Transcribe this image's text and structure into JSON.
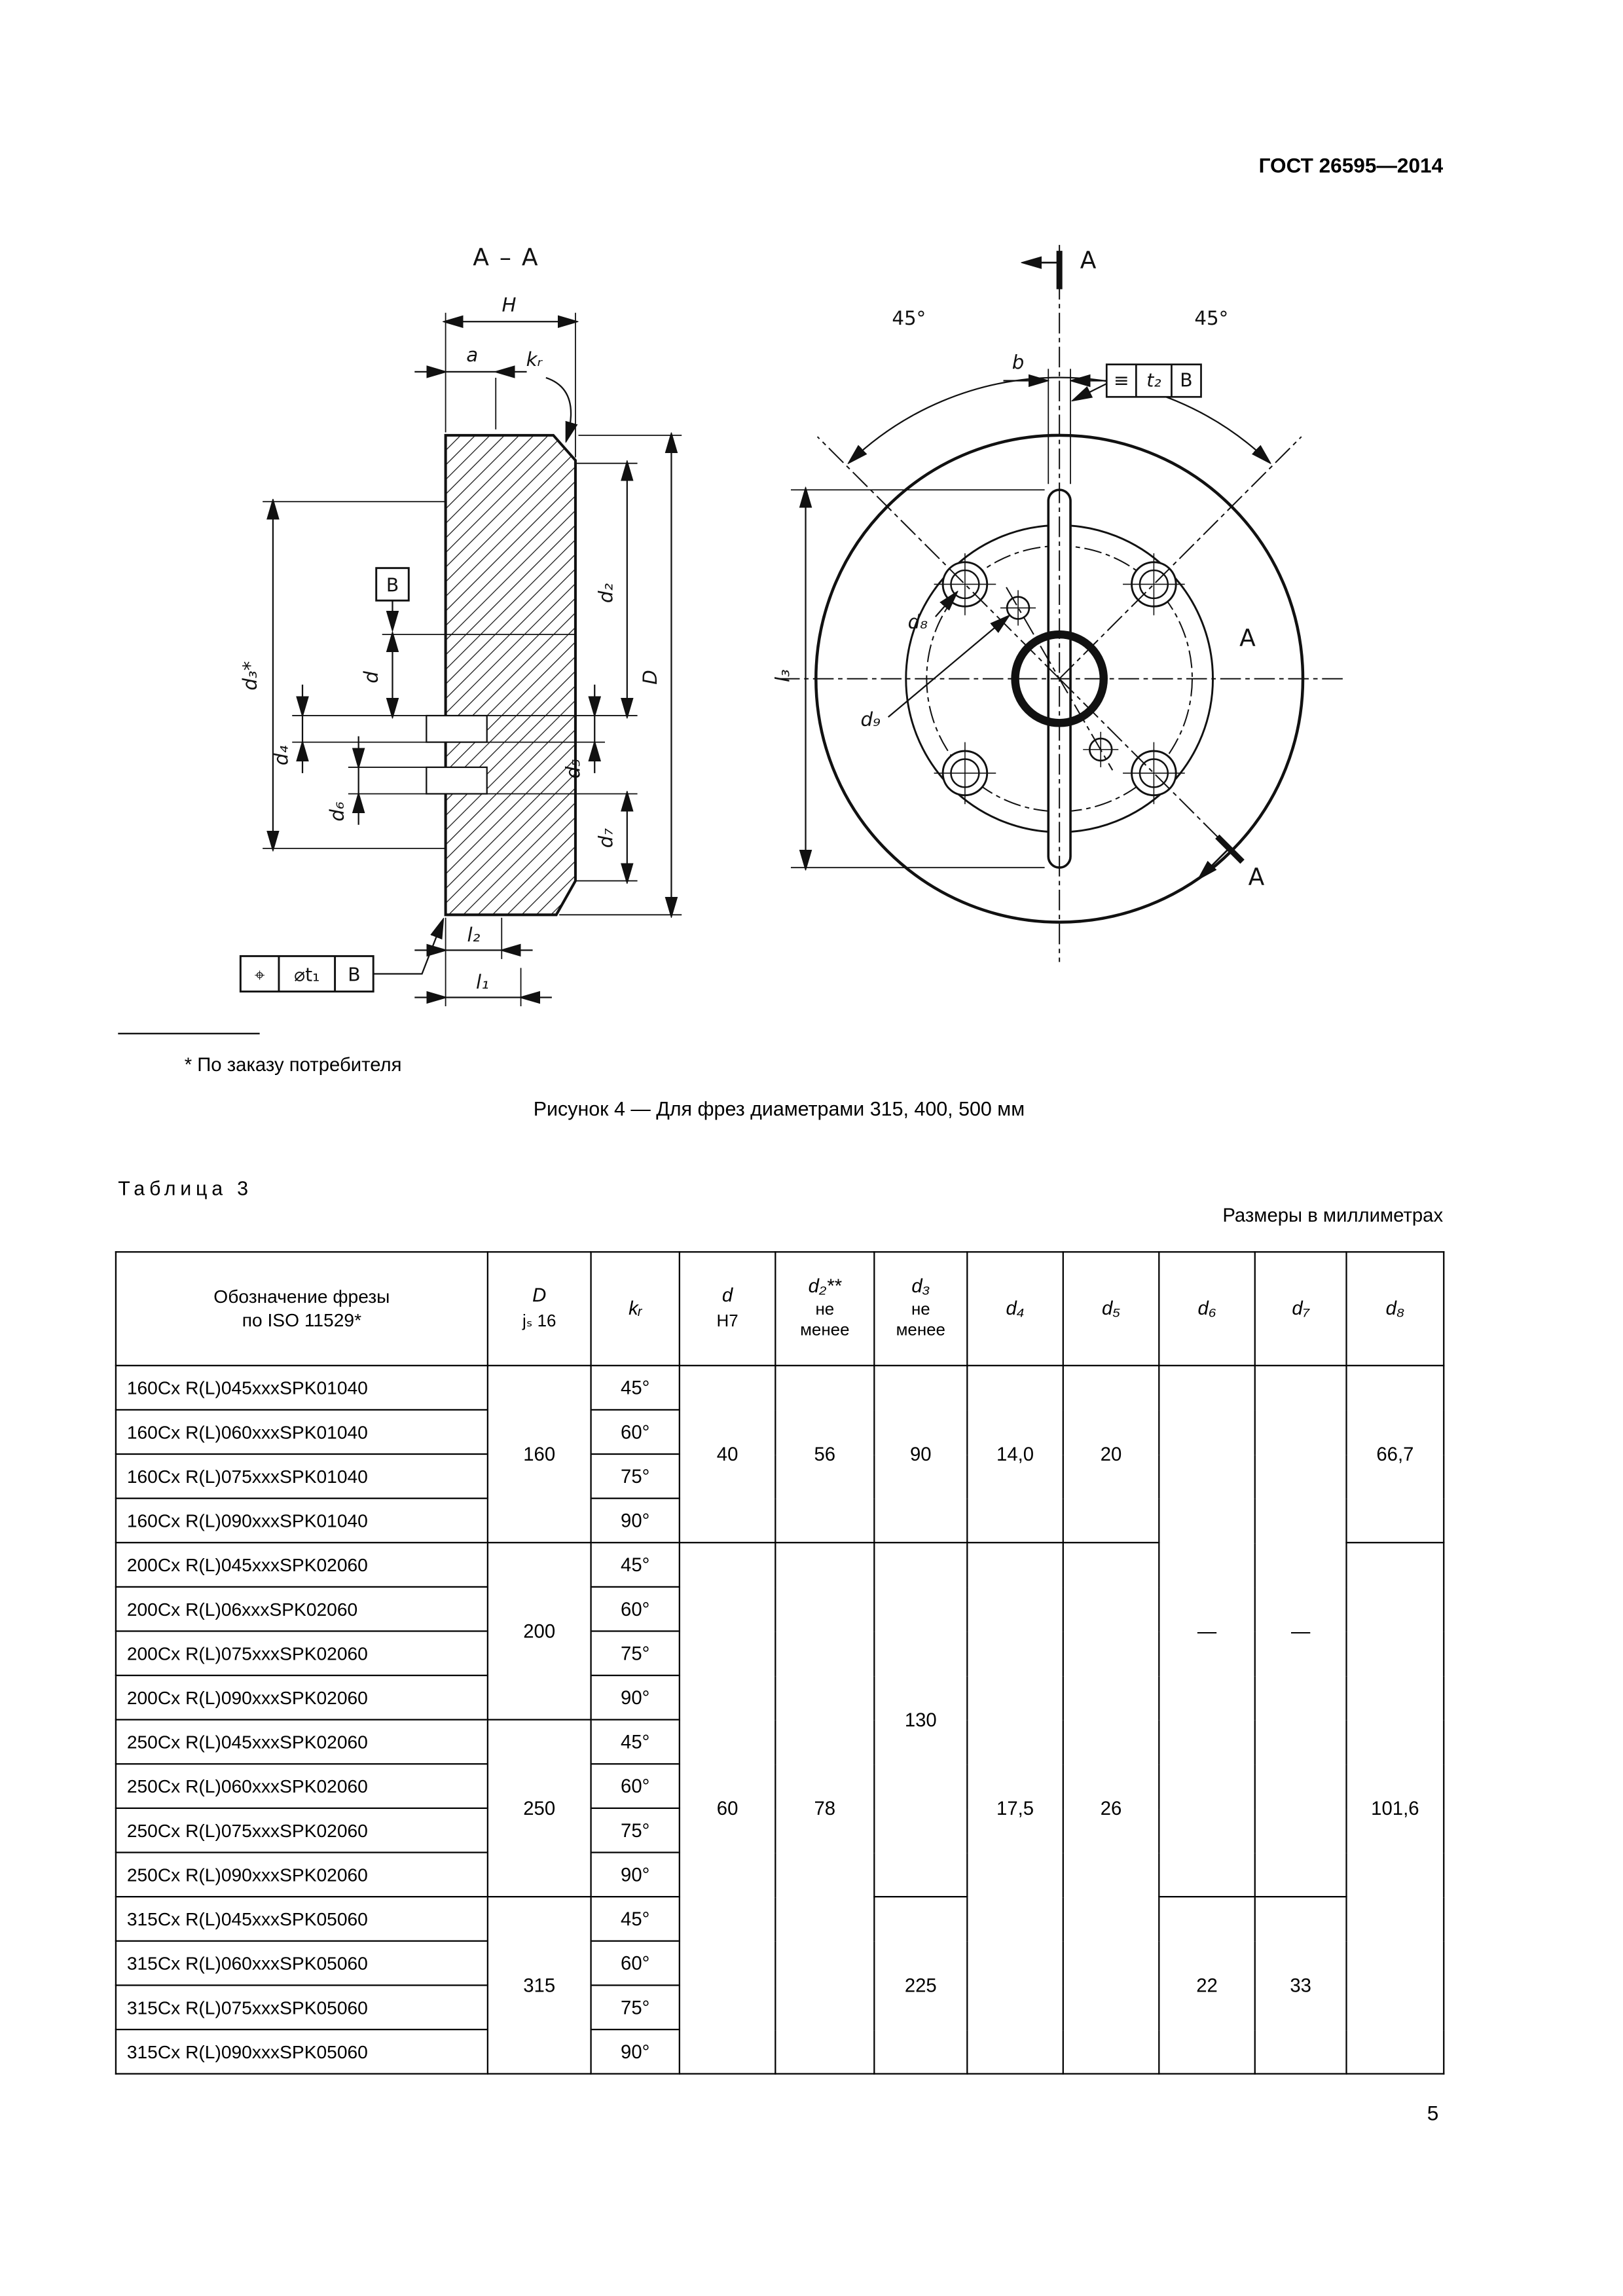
{
  "page": {
    "header": "ГОСТ 26595—2014",
    "footnote": "* По заказу потребителя",
    "figure_caption": "Рисунок 4 — Для фрез диаметрами 315, 400, 500 мм",
    "table_label": "Таблица 3",
    "units_note": "Размеры в миллиметрах",
    "page_number": "5"
  },
  "figure": {
    "section_title": "A – A",
    "left": {
      "H": "H",
      "a": "a",
      "kr": "kᵣ",
      "d3": "d₃*",
      "d4": "d₄",
      "d6": "d₆",
      "d": "d",
      "datumB": "B",
      "d5": "d₅",
      "d2": "d₂",
      "d7": "d₇",
      "D": "D",
      "l2": "l₂",
      "l1": "l₁",
      "fcf_sym": "⌖",
      "fcf_tol": "⌀t₁",
      "fcf_datum": "B"
    },
    "right": {
      "angle_left": "45°",
      "angle_right": "45°",
      "b": "b",
      "fcf_sym": "≡",
      "fcf_tol": "t₂",
      "fcf_datum": "B",
      "d8": "d₈",
      "d9": "d₉",
      "l3": "l₃",
      "A_top": "A",
      "A_bottom": "A",
      "A_side": "A"
    }
  },
  "table": {
    "headers": {
      "designation": {
        "l1": "Обозначение фрезы",
        "l2": "по ISO 11529*"
      },
      "D": {
        "l1": "D",
        "l2": "jₛ 16"
      },
      "kr": {
        "l1": "kᵣ"
      },
      "d": {
        "l1": "d",
        "l2": "H7"
      },
      "d2": {
        "l1": "d₂**",
        "l2": "не",
        "l3": "менее"
      },
      "d3": {
        "l1": "d₃",
        "l2": "не",
        "l3": "менее"
      },
      "d4": {
        "l1": "d₄"
      },
      "d5": {
        "l1": "d₅"
      },
      "d6": {
        "l1": "d₆"
      },
      "d7": {
        "l1": "d₇"
      },
      "d8": {
        "l1": "d₈"
      }
    },
    "rows": [
      {
        "cells": [
          {
            "t": "160Cx R(L)045xxxSPK01040",
            "des": true
          },
          {
            "t": "160",
            "rs": 4
          },
          {
            "t": "45°"
          },
          {
            "t": "40",
            "rs": 4
          },
          {
            "t": "56",
            "rs": 4
          },
          {
            "t": "90",
            "rs": 4
          },
          {
            "t": "14,0",
            "rs": 4
          },
          {
            "t": "20",
            "rs": 4
          },
          {
            "t": "—",
            "rs": 12
          },
          {
            "t": "—",
            "rs": 12
          },
          {
            "t": "66,7",
            "rs": 4
          }
        ]
      },
      {
        "cells": [
          {
            "t": "160Cx R(L)060xxxSPK01040",
            "des": true
          },
          {
            "t": "60°"
          }
        ]
      },
      {
        "cells": [
          {
            "t": "160Cx R(L)075xxxSPK01040",
            "des": true
          },
          {
            "t": "75°"
          }
        ]
      },
      {
        "cells": [
          {
            "t": "160Cx R(L)090xxxSPK01040",
            "des": true
          },
          {
            "t": "90°"
          }
        ]
      },
      {
        "cells": [
          {
            "t": "200Cx R(L)045xxxSPK02060",
            "des": true
          },
          {
            "t": "200",
            "rs": 4
          },
          {
            "t": "45°"
          },
          {
            "t": "60",
            "rs": 12
          },
          {
            "t": "78",
            "rs": 12
          },
          {
            "t": "130",
            "rs": 8
          },
          {
            "t": "17,5",
            "rs": 12
          },
          {
            "t": "26",
            "rs": 12
          },
          {
            "t": "101,6",
            "rs": 12
          }
        ]
      },
      {
        "cells": [
          {
            "t": "200Cx R(L)06xxxSPK02060",
            "des": true
          },
          {
            "t": "60°"
          }
        ]
      },
      {
        "cells": [
          {
            "t": "200Cx R(L)075xxxSPK02060",
            "des": true
          },
          {
            "t": "75°"
          }
        ]
      },
      {
        "cells": [
          {
            "t": "200Cx R(L)090xxxSPK02060",
            "des": true
          },
          {
            "t": "90°"
          }
        ]
      },
      {
        "cells": [
          {
            "t": "250Cx R(L)045xxxSPK02060",
            "des": true
          },
          {
            "t": "250",
            "rs": 4
          },
          {
            "t": "45°"
          }
        ]
      },
      {
        "cells": [
          {
            "t": "250Cx R(L)060xxxSPK02060",
            "des": true
          },
          {
            "t": "60°"
          }
        ]
      },
      {
        "cells": [
          {
            "t": "250Cx R(L)075xxxSPK02060",
            "des": true
          },
          {
            "t": "75°"
          }
        ]
      },
      {
        "cells": [
          {
            "t": "250Cx R(L)090xxxSPK02060",
            "des": true
          },
          {
            "t": "90°"
          }
        ]
      },
      {
        "cells": [
          {
            "t": "315Cx R(L)045xxxSPK05060",
            "des": true
          },
          {
            "t": "315",
            "rs": 4
          },
          {
            "t": "45°"
          },
          {
            "t": "225",
            "rs": 4
          },
          {
            "t": "22",
            "rs": 4
          },
          {
            "t": "33",
            "rs": 4
          }
        ]
      },
      {
        "cells": [
          {
            "t": "315Cx R(L)060xxxSPK05060",
            "des": true
          },
          {
            "t": "60°"
          }
        ]
      },
      {
        "cells": [
          {
            "t": "315Cx R(L)075xxxSPK05060",
            "des": true
          },
          {
            "t": "75°"
          }
        ]
      },
      {
        "cells": [
          {
            "t": "315Cx R(L)090xxxSPK05060",
            "des": true
          },
          {
            "t": "90°"
          }
        ]
      }
    ]
  }
}
